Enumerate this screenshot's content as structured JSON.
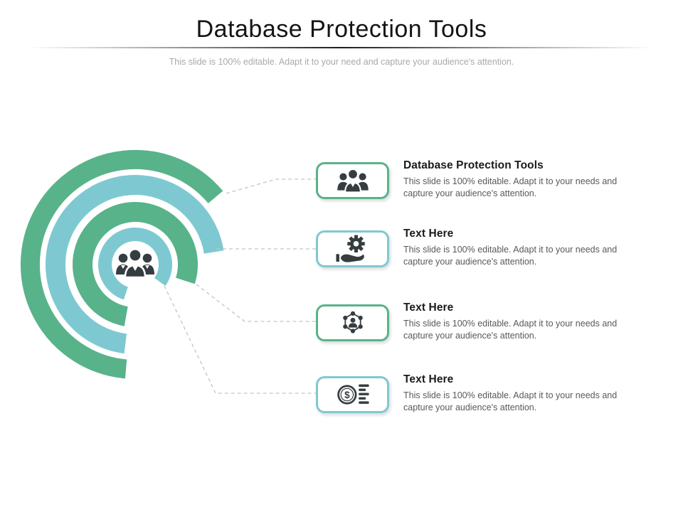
{
  "colors": {
    "green": "#58b38a",
    "teal": "#7ec9d1",
    "icon": "#363d40",
    "dash": "#c4c4c4",
    "title_text": "#141414",
    "body_text": "#595959",
    "subtitle_text": "#a9a9a9"
  },
  "header": {
    "title": "Database Protection Tools",
    "subtitle": "This slide is 100% editable. Adapt it to your need and capture your audience's attention."
  },
  "diagram": {
    "type": "radial-target",
    "center_icon": "people-group-icon",
    "rings": [
      {
        "name": "ring-1-outer",
        "color": "green"
      },
      {
        "name": "ring-2",
        "color": "teal"
      },
      {
        "name": "ring-3",
        "color": "green"
      },
      {
        "name": "ring-4-inner",
        "color": "teal"
      }
    ]
  },
  "items": [
    {
      "title": "Database Protection Tools",
      "body": "This slide is 100% editable. Adapt it to your needs and capture your audience's attention.",
      "icon": "people-group-icon",
      "accent": "green"
    },
    {
      "title": "Text Here",
      "body": "This slide is 100% editable. Adapt it to your needs and capture your audience's attention.",
      "icon": "hand-gear-icon",
      "accent": "teal"
    },
    {
      "title": "Text Here",
      "body": "This slide is 100% editable. Adapt it to your needs and capture your audience's attention.",
      "icon": "network-person-icon",
      "accent": "green"
    },
    {
      "title": "Text Here",
      "body": "This slide is 100% editable. Adapt it to your needs and capture your audience's attention.",
      "icon": "money-coins-icon",
      "accent": "teal"
    }
  ]
}
